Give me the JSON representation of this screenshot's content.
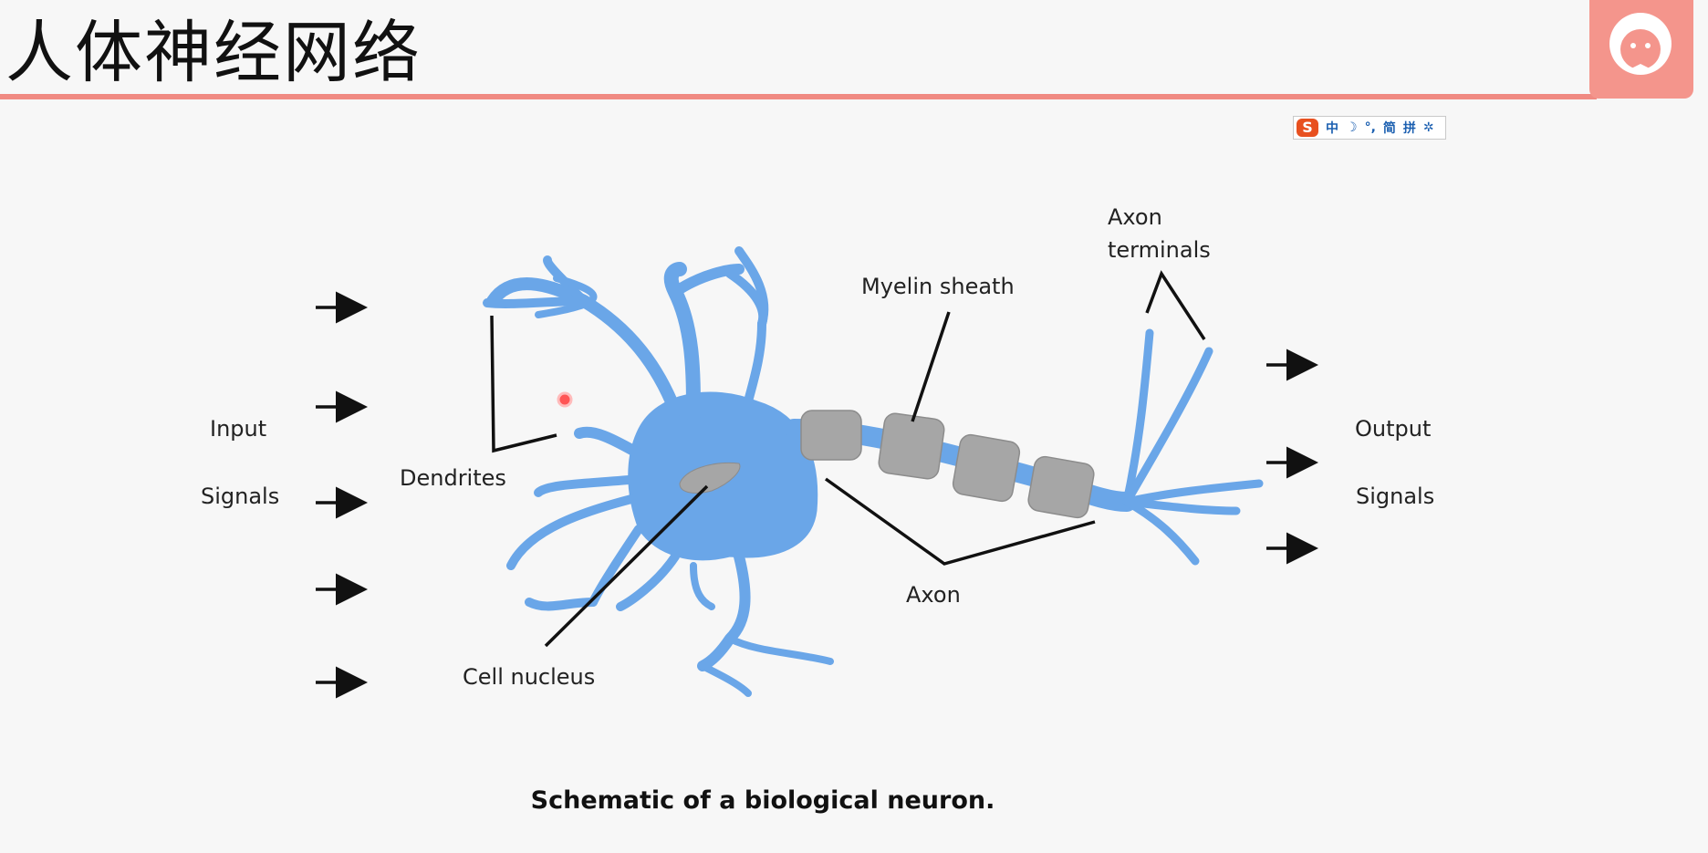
{
  "slide": {
    "title": "人体神经网络",
    "accent_color": "#f08a82",
    "logo_icon": "cartoon-face-icon"
  },
  "ime_toolbar": {
    "logo": "S",
    "items": [
      "中",
      "☽",
      "°,",
      "简",
      "拼",
      "✲"
    ]
  },
  "diagram": {
    "labels": {
      "input": "Input",
      "input_signals": "Signals",
      "dendrites": "Dendrites",
      "cell_nucleus": "Cell nucleus",
      "myelin_sheath": "Myelin sheath",
      "axon": "Axon",
      "axon_terminals_1": "Axon",
      "axon_terminals_2": "terminals",
      "output": "Output",
      "output_signals": "Signals"
    },
    "neuron_color": "#6aa6e8",
    "myelin_color": "#a6a6a6",
    "caption": "Schematic of a biological neuron."
  }
}
